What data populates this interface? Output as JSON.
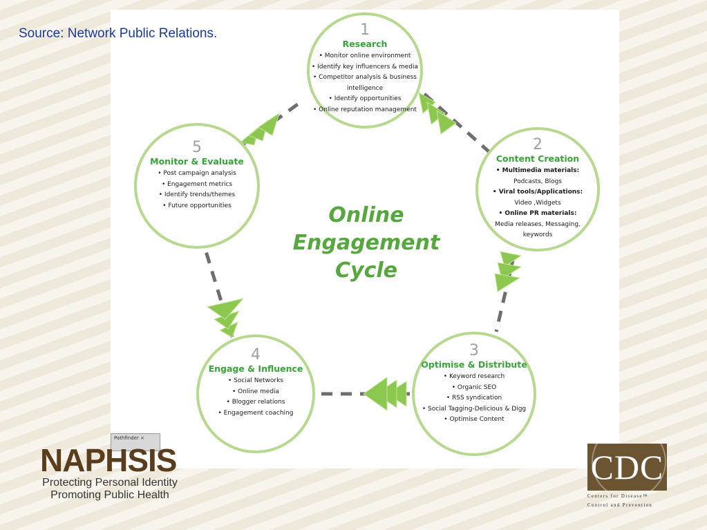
{
  "source": "Source: Network Public Relations.",
  "center_title": [
    "Online",
    "Engagement",
    "Cycle"
  ],
  "steps": [
    {
      "num": "1",
      "title": "Research",
      "lines": [
        {
          "t": "• Monitor online environment"
        },
        {
          "t": "• Identify key influencers & media"
        },
        {
          "t": "• Competitor analysis & business"
        },
        {
          "t": "intelligence"
        },
        {
          "t": "• Identify opportunities"
        },
        {
          "t": "• Online reputation management"
        }
      ]
    },
    {
      "num": "2",
      "title": "Content Creation",
      "lines": [
        {
          "t": "• Multimedia materials:",
          "b": true
        },
        {
          "t": "Podcasts, Blogs"
        },
        {
          "t": "• Viral tools/Applications:",
          "b": true
        },
        {
          "t": "Video ,Widgets"
        },
        {
          "t": "• Online PR materials:",
          "b": true
        },
        {
          "t": "Media releases, Messaging,"
        },
        {
          "t": "keywords"
        }
      ]
    },
    {
      "num": "3",
      "title": "Optimise & Distribute",
      "lines": [
        {
          "t": "• Keyword research"
        },
        {
          "t": "• Organic SEO"
        },
        {
          "t": "• RSS syndication"
        },
        {
          "t": "• Social Tagging-Delicious & Digg"
        },
        {
          "t": "• Optimise Content"
        }
      ]
    },
    {
      "num": "4",
      "title": "Engage & Influence",
      "lines": [
        {
          "t": "• Social Networks"
        },
        {
          "t": "• Online media"
        },
        {
          "t": "• Blogger relations"
        },
        {
          "t": "• Engagement coaching"
        }
      ]
    },
    {
      "num": "5",
      "title": "Monitor & Evaluate",
      "lines": [
        {
          "t": "• Post campaign analysis"
        },
        {
          "t": "• Engagement metrics"
        },
        {
          "t": "• Identify trends/themes"
        },
        {
          "t": "• Future opportunities"
        }
      ]
    }
  ],
  "tab_label": "Pathfinder ×",
  "naphsis": {
    "name": "NAPHSIS",
    "tagline1": "Protecting Personal Identity",
    "tagline2": "Promoting Public Health"
  },
  "cdc": {
    "letters": "CDC",
    "line1": "Centers for Disease™",
    "line2": "Control and Prevention"
  },
  "colors": {
    "ring": "#b7d88f",
    "title_green": "#3aa23a",
    "center_green": "#56a83e",
    "arrow_green": "#8cc850",
    "dash": "#6e6e6e",
    "source_blue": "#1a3a9a",
    "naphsis_brown": "#5a3d1c",
    "cdc_brown": "#6b5431"
  }
}
